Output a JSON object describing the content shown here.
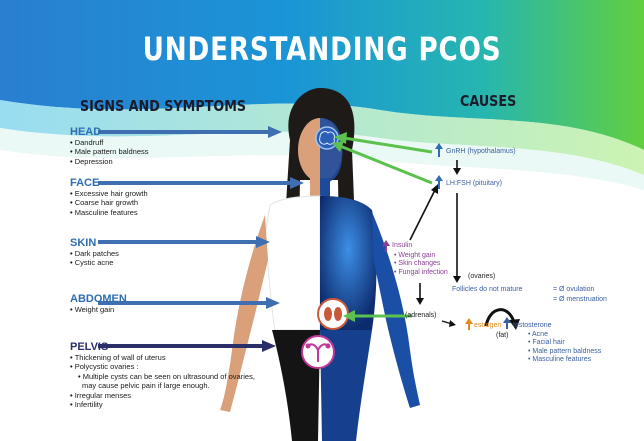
{
  "title": "UNDERSTANDING PCOS",
  "signs_heading": "SIGNS AND SYMPTOMS",
  "causes_heading": "CAUSES",
  "symptoms": {
    "head": {
      "label": "HEAD",
      "items": [
        "Dandruff",
        "Male pattern baldness",
        "Depression"
      ]
    },
    "face": {
      "label": "FACE",
      "items": [
        "Excessive hair growth",
        "Coarse hair growth",
        "Masculine features"
      ]
    },
    "skin": {
      "label": "SKIN",
      "items": [
        "Dark patches",
        "Cystic acne"
      ]
    },
    "abdomen": {
      "label": "ABDOMEN",
      "items": [
        "Weight gain"
      ]
    },
    "pelvis": {
      "label": "PELVIS",
      "items": [
        "Thickening of wall of uterus",
        "Polycystic ovaries :"
      ],
      "sub_items": [
        "Multiple cysts can be seen on ultrasound of ovaries,",
        "may cause pelvic pain if large enough."
      ],
      "items2": [
        "Irregular menses",
        "Infertility"
      ]
    }
  },
  "causes": {
    "gnrh": "GnRH (hypothalamus)",
    "lhfsh": "LH:FSH (pituitary)",
    "insulin": "Insulin",
    "insulin_effects": [
      "Weight gain",
      "Skin changes",
      "Fungal infection"
    ],
    "ovaries": "(ovaries)",
    "follicles": "Follicles do not mature",
    "ovulation": "= Ø ovulation",
    "menstruation": "= Ø menstruation",
    "adrenals": "(adrenals)",
    "estrogen": "estrogen",
    "testosterone": "testosterone",
    "fat": "(fat)",
    "testosterone_effects": [
      "Acne",
      "Facial hair",
      "Male pattern baldness",
      "Masculine features"
    ]
  },
  "colors": {
    "arrow_blue": "#3f6fb0",
    "arrow_green": "#5cc14e",
    "accent_purple": "#8a3f96",
    "accent_orange": "#e38a1c"
  }
}
